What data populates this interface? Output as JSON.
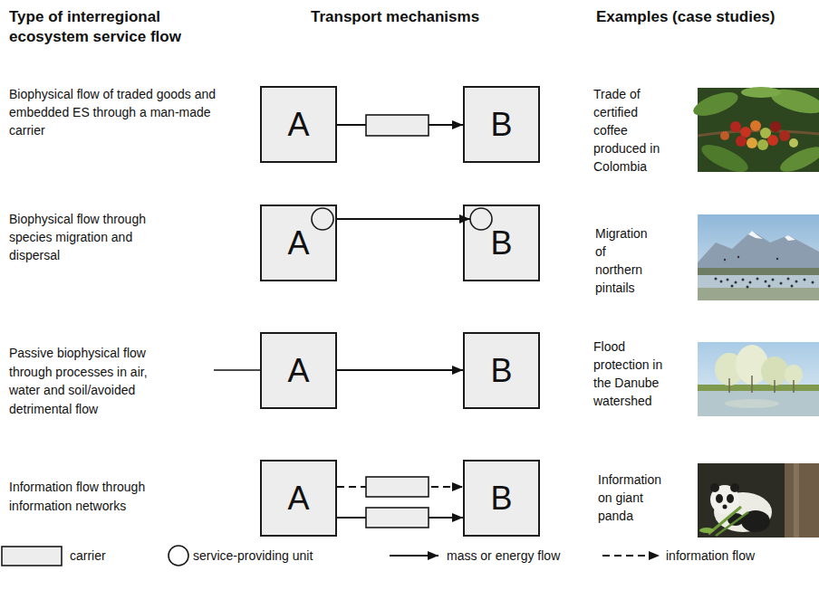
{
  "diagram": {
    "nodes": [
      {
        "text": [
          "A"
        ]
      },
      {
        "text": [
          "B"
        ]
      },
      {
        "text": [
          "A"
        ]
      },
      {
        "text": [
          "B"
        ]
      },
      {
        "text": [
          "A"
        ]
      },
      {
        "text": [
          "B"
        ]
      },
      {
        "text": [
          "A"
        ]
      },
      {
        "text": [
          "B"
        ]
      }
    ],
    "edges": [
      {
        "from": 0,
        "to": 1,
        "arrow": "to"
      },
      {
        "from": 2,
        "to": 3,
        "arrow": "to"
      },
      {
        "from": 4,
        "to": 5,
        "arrow": "to"
      },
      {
        "from": 6,
        "to": 7,
        "arrow": "to"
      },
      {
        "from": 6,
        "to": 7,
        "arrow": "to"
      }
    ],
    "labels": [
      "Type of interregional ecosystem service flow",
      "Transport mechanisms",
      "Examples (case studies)",
      "Biophysical flow of traded goods and embedded ES through a man-made carrier",
      "Biophysical flow through species migration and dispersal",
      "Passive biophysical flow through processes in air, water and soil/avoided detrimental flow",
      "Information flow through information networks",
      "Trade of certified coffee produced in Colombia",
      "Migration of northern pintails",
      "Flood protection in the Danube watershed",
      "Information on giant panda"
    ],
    "legend": [
      {
        "text": "carrier"
      },
      {
        "text": "service-providing unit"
      },
      {
        "text": "mass or energy flow"
      },
      {
        "text": "information flow"
      }
    ]
  }
}
